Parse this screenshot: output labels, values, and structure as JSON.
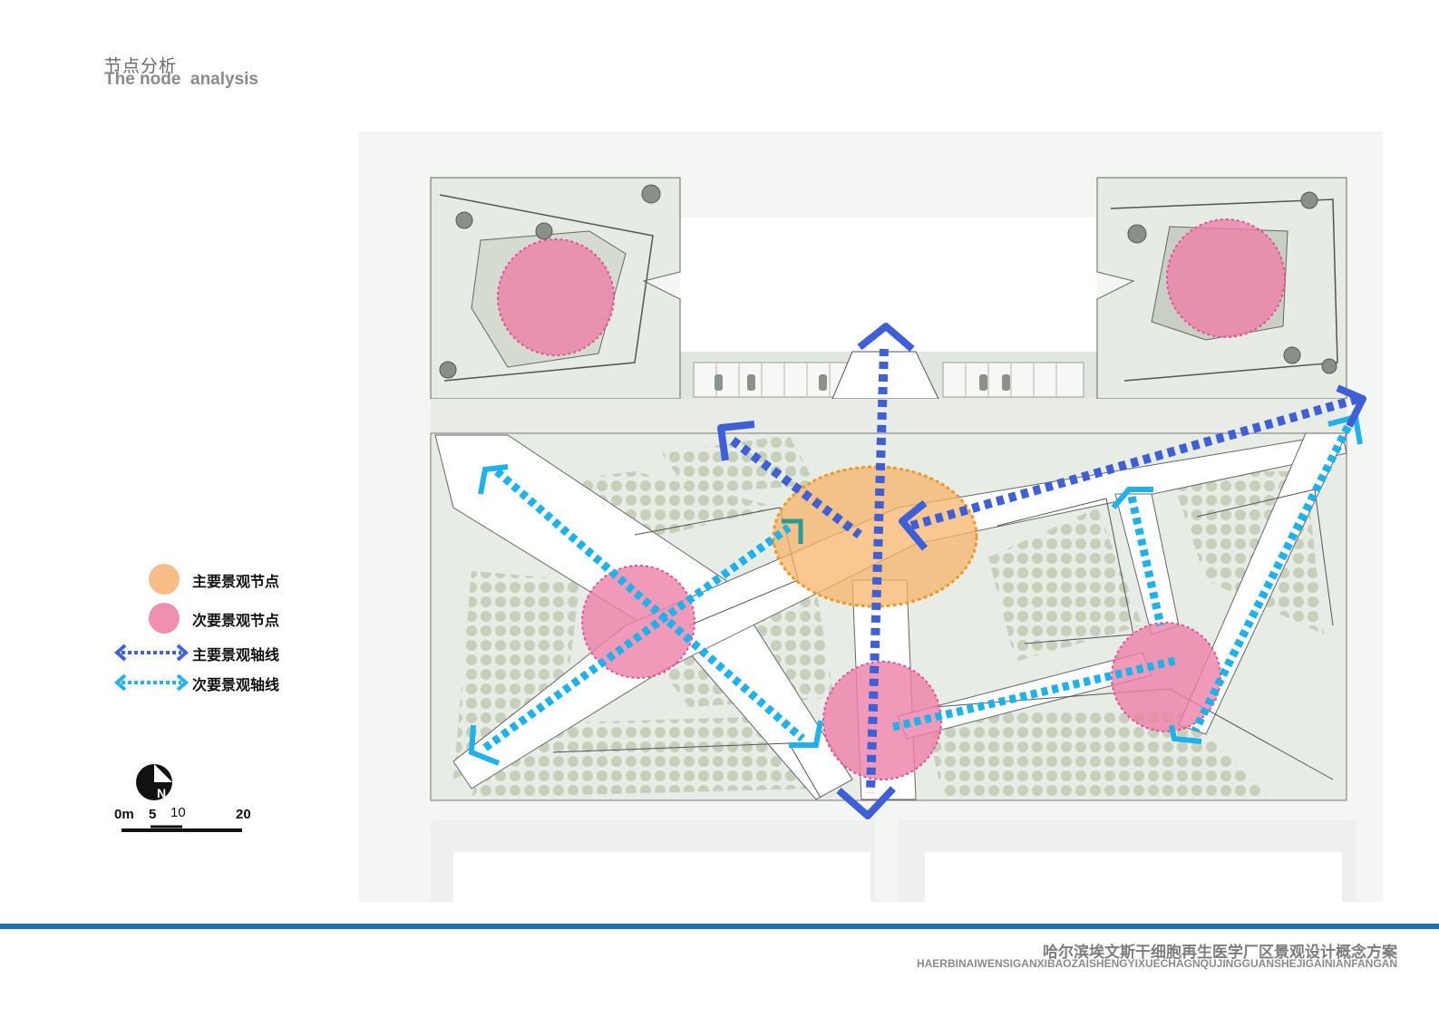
{
  "header": {
    "title_cn": "节点分析",
    "title_en": "The node  analysis"
  },
  "legend": [
    {
      "label": "主要景观节点",
      "symbol": "orange-circle",
      "color": "#f7bd86"
    },
    {
      "label": "次要景观节点",
      "symbol": "pink-circle",
      "color": "#f08fb0"
    },
    {
      "label": "主要景观轴线",
      "symbol": "blue-dotted-arrow",
      "color": "#4361d8"
    },
    {
      "label": "次要景观轴线",
      "symbol": "cyan-dotted-arrow",
      "color": "#24b4ec"
    }
  ],
  "scale_bar": {
    "north_symbol": "N",
    "labels": [
      "0m",
      "5",
      "10",
      "20"
    ]
  },
  "footer": {
    "title_cn": "哈尔滨埃文斯干细胞再生医学厂区景观设计概念方案",
    "title_en": "HAERBINAIWENSIGANXIBAOZAISHENGYIXUECHAGNQUJINGGUANSHEJIGAINIANFANGAN"
  },
  "colors": {
    "primary_node": "#f7b46a",
    "secondary_node": "#ee7fa8",
    "primary_axis": "#3f5fd6",
    "secondary_axis": "#1fb2ea",
    "footer_bar": "#1f6fb4"
  }
}
